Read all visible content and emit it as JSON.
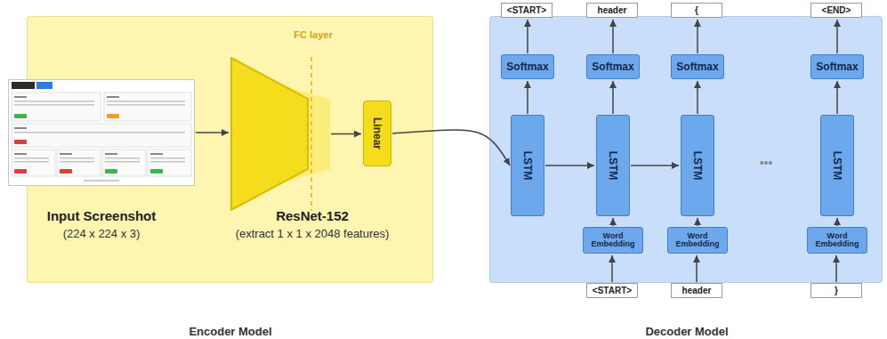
{
  "diagram": {
    "nodes": [
      {
        "text": [
          "Encoder Model"
        ]
      },
      {
        "text": [
          "Input Screenshot",
          "(224 x 224 x 3)"
        ],
        "in": 0
      },
      {
        "text": [
          "ResNet-152",
          "(extract 1 x 1 x 2048 features)"
        ],
        "in": 0
      },
      {
        "text": [
          "Linear"
        ],
        "in": 0
      },
      {
        "text": [
          "Decoder Model"
        ]
      },
      {
        "text": [
          "<START>"
        ]
      },
      {
        "text": [
          "header"
        ]
      },
      {
        "text": [
          "{"
        ]
      },
      {
        "text": [
          "<END>"
        ]
      },
      {
        "text": [
          "Softmax"
        ],
        "in": 4
      },
      {
        "text": [
          "Softmax"
        ],
        "in": 4
      },
      {
        "text": [
          "Softmax"
        ],
        "in": 4
      },
      {
        "text": [
          "Softmax"
        ],
        "in": 4
      },
      {
        "text": [
          "LSTM"
        ],
        "in": 4
      },
      {
        "text": [
          "LSTM"
        ],
        "in": 4
      },
      {
        "text": [
          "LSTM"
        ],
        "in": 4
      },
      {
        "text": [
          "LSTM"
        ],
        "in": 4
      },
      {
        "text": [
          "Word Embedding"
        ],
        "in": 4
      },
      {
        "text": [
          "Word Embedding"
        ],
        "in": 4
      },
      {
        "text": [
          "Word Embedding"
        ],
        "in": 4
      },
      {
        "text": [
          "<START>"
        ]
      },
      {
        "text": [
          "header"
        ]
      },
      {
        "text": [
          "}"
        ]
      }
    ],
    "edges": [
      {
        "from": 1,
        "to": 2,
        "arrow": "to"
      },
      {
        "from": 2,
        "to": 3,
        "arrow": "to"
      },
      {
        "from": 3,
        "to": 13,
        "arrow": "to"
      },
      {
        "from": 13,
        "to": 9,
        "arrow": "to"
      },
      {
        "from": 9,
        "to": 5,
        "arrow": "to"
      },
      {
        "from": 14,
        "to": 10,
        "arrow": "to"
      },
      {
        "from": 10,
        "to": 6,
        "arrow": "to"
      },
      {
        "from": 15,
        "to": 11,
        "arrow": "to"
      },
      {
        "from": 11,
        "to": 7,
        "arrow": "to"
      },
      {
        "from": 16,
        "to": 12,
        "arrow": "to"
      },
      {
        "from": 12,
        "to": 8,
        "arrow": "to"
      },
      {
        "from": 13,
        "to": 14,
        "arrow": "to"
      },
      {
        "from": 14,
        "to": 15,
        "arrow": "to"
      },
      {
        "from": 17,
        "to": 14,
        "arrow": "to"
      },
      {
        "from": 18,
        "to": 15,
        "arrow": "to"
      },
      {
        "from": 19,
        "to": 16,
        "arrow": "to"
      },
      {
        "from": 20,
        "to": 17,
        "arrow": "to"
      },
      {
        "from": 21,
        "to": 18,
        "arrow": "to"
      },
      {
        "from": 22,
        "to": 19,
        "arrow": "to"
      }
    ],
    "labels": [
      "FC layer",
      "•••"
    ]
  }
}
